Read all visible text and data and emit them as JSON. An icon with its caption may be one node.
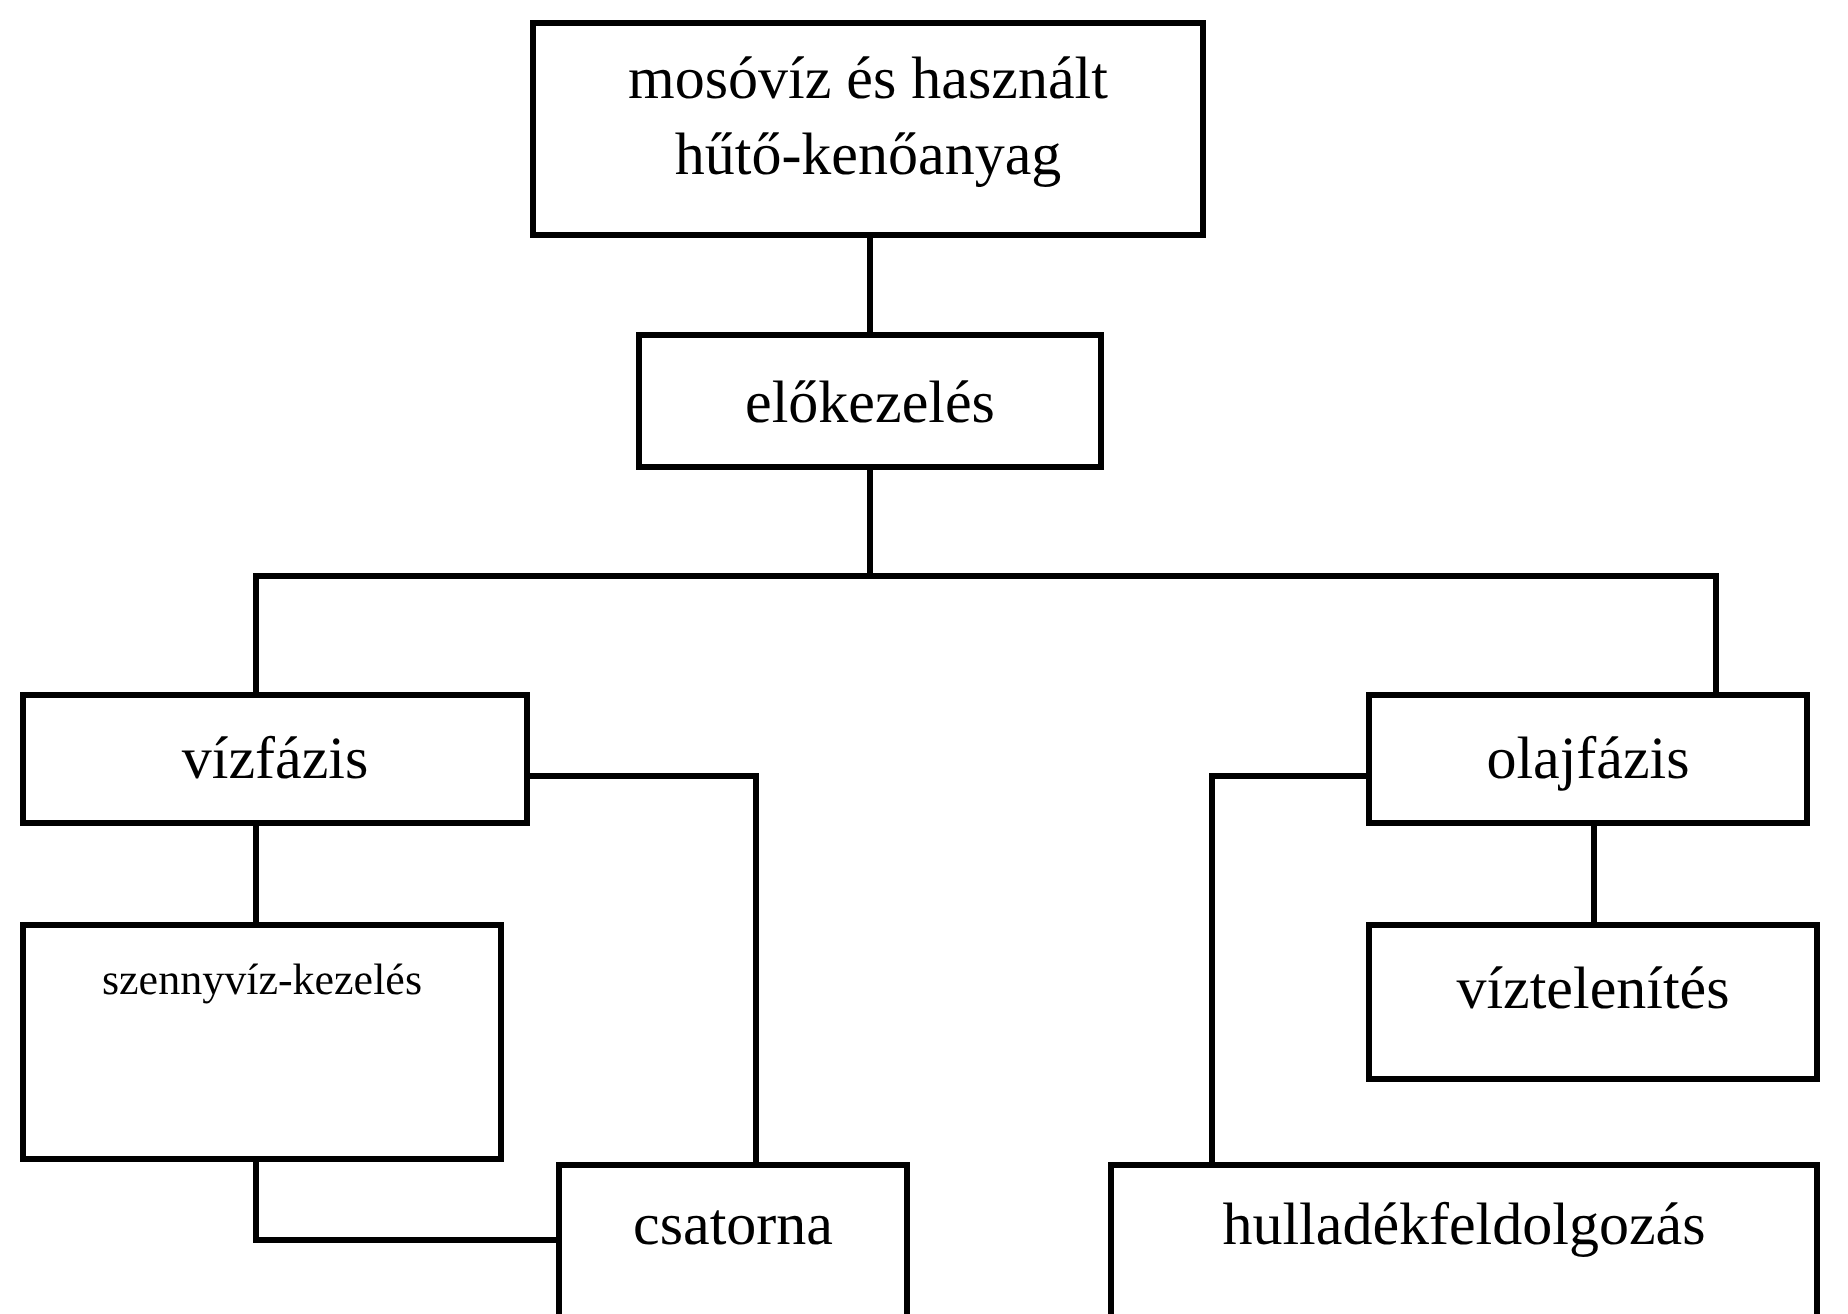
{
  "diagram": {
    "nodes": [
      {
        "text": [
          "mosóvíz és használt hűtő-kenőanyag"
        ]
      },
      {
        "text": [
          "előkezelés"
        ]
      },
      {
        "text": [
          "vízfázis"
        ]
      },
      {
        "text": [
          "olajfázis"
        ]
      },
      {
        "text": [
          "szennyvíz-kezelés"
        ]
      },
      {
        "text": [
          "víztelenítés"
        ]
      },
      {
        "text": [
          "csatorna"
        ]
      },
      {
        "text": [
          "hulladékfeldolgozás"
        ]
      }
    ],
    "edges": [
      {
        "from": 0,
        "to": 1,
        "arrow": "none"
      },
      {
        "from": 1,
        "to": 2,
        "arrow": "none"
      },
      {
        "from": 1,
        "to": 3,
        "arrow": "none"
      },
      {
        "from": 2,
        "to": 4,
        "arrow": "none"
      },
      {
        "from": 2,
        "to": 6,
        "arrow": "none"
      },
      {
        "from": 4,
        "to": 6,
        "arrow": "none"
      },
      {
        "from": 3,
        "to": 5,
        "arrow": "none"
      },
      {
        "from": 3,
        "to": 7,
        "arrow": "none"
      }
    ]
  }
}
